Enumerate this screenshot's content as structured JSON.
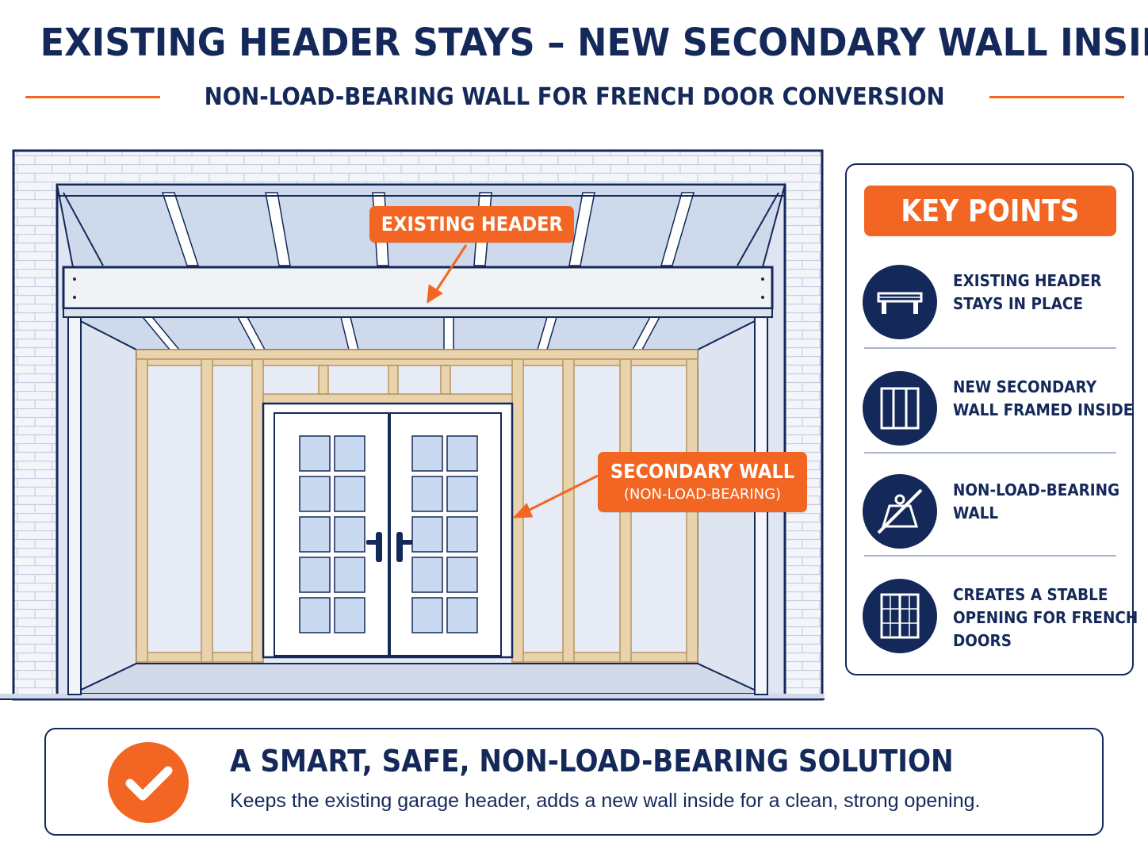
{
  "title": "EXISTING HEADER STAYS – NEW SECONDARY WALL INSIDE",
  "subtitle": "NON-LOAD-BEARING WALL FOR FRENCH DOOR CONVERSION",
  "callouts": {
    "header": "EXISTING HEADER",
    "wall": "SECONDARY WALL",
    "wall_note": "(NON-LOAD-BEARING)"
  },
  "key_points": {
    "title": "KEY POINTS",
    "items": [
      {
        "icon": "header-beam-icon",
        "lines": [
          "EXISTING HEADER",
          "STAYS IN PLACE"
        ]
      },
      {
        "icon": "wall-frame-icon",
        "lines": [
          "NEW SECONDARY",
          "WALL FRAMED INSIDE"
        ]
      },
      {
        "icon": "no-load-weight-icon",
        "lines": [
          "NON-LOAD-BEARING",
          "WALL"
        ]
      },
      {
        "icon": "french-door-icon",
        "lines": [
          "CREATES A STABLE",
          "OPENING FOR FRENCH",
          "DOORS"
        ]
      }
    ]
  },
  "summary": {
    "icon": "checkmark-icon",
    "title": "A SMART, SAFE, NON-LOAD-BEARING SOLUTION",
    "text": "Keeps the existing garage header, adds a new wall inside for a clean, strong opening."
  },
  "colors": {
    "navy": "#14295a",
    "orange": "#f26522",
    "wood": "#e9d3ac",
    "glass": "#c9d9f0",
    "wall": "#e3e8f3"
  }
}
